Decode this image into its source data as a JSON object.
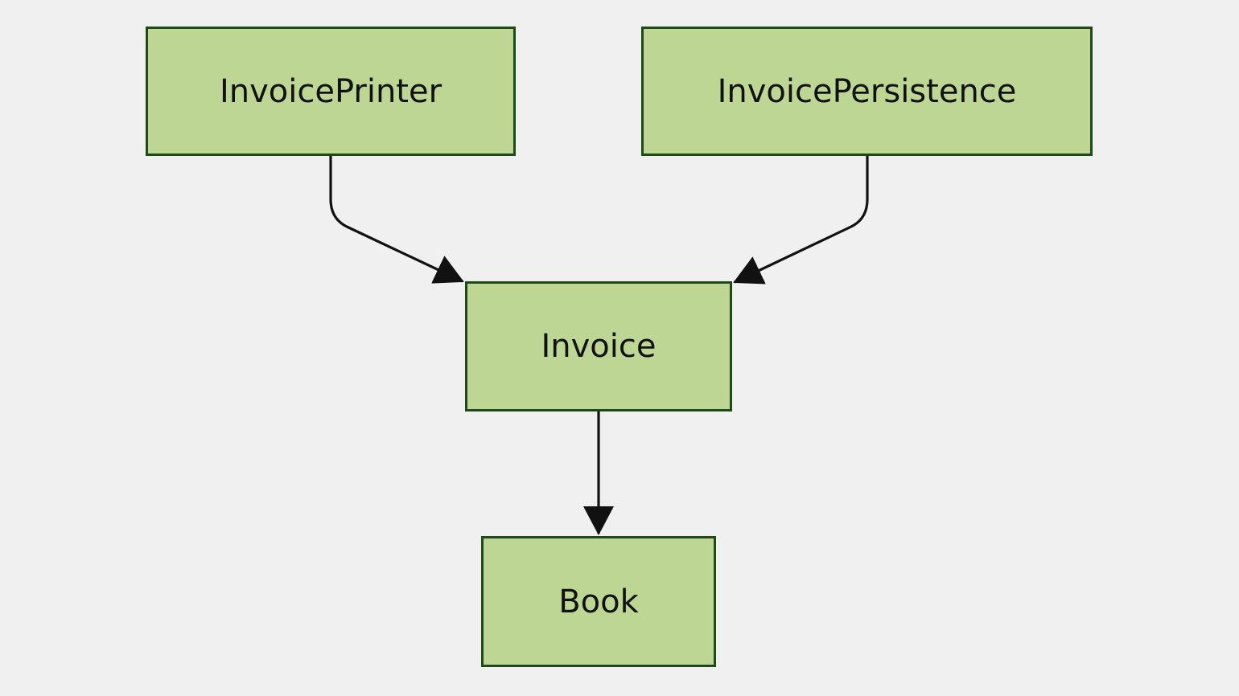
{
  "diagram": {
    "type": "dependency-diagram",
    "nodes": [
      {
        "id": "invoice-printer",
        "label": "InvoicePrinter"
      },
      {
        "id": "invoice-persistence",
        "label": "InvoicePersistence"
      },
      {
        "id": "invoice",
        "label": "Invoice"
      },
      {
        "id": "book",
        "label": "Book"
      }
    ],
    "edges": [
      {
        "from": "InvoicePrinter",
        "to": "Invoice",
        "style": "solid-arrow"
      },
      {
        "from": "InvoicePersistence",
        "to": "Invoice",
        "style": "solid-arrow"
      },
      {
        "from": "Invoice",
        "to": "Book",
        "style": "solid-arrow"
      }
    ],
    "colors": {
      "background": "#f0f0f0",
      "node_fill": "#bed694",
      "node_border": "#1d4a17",
      "edge": "#111111",
      "text": "#111111"
    }
  }
}
